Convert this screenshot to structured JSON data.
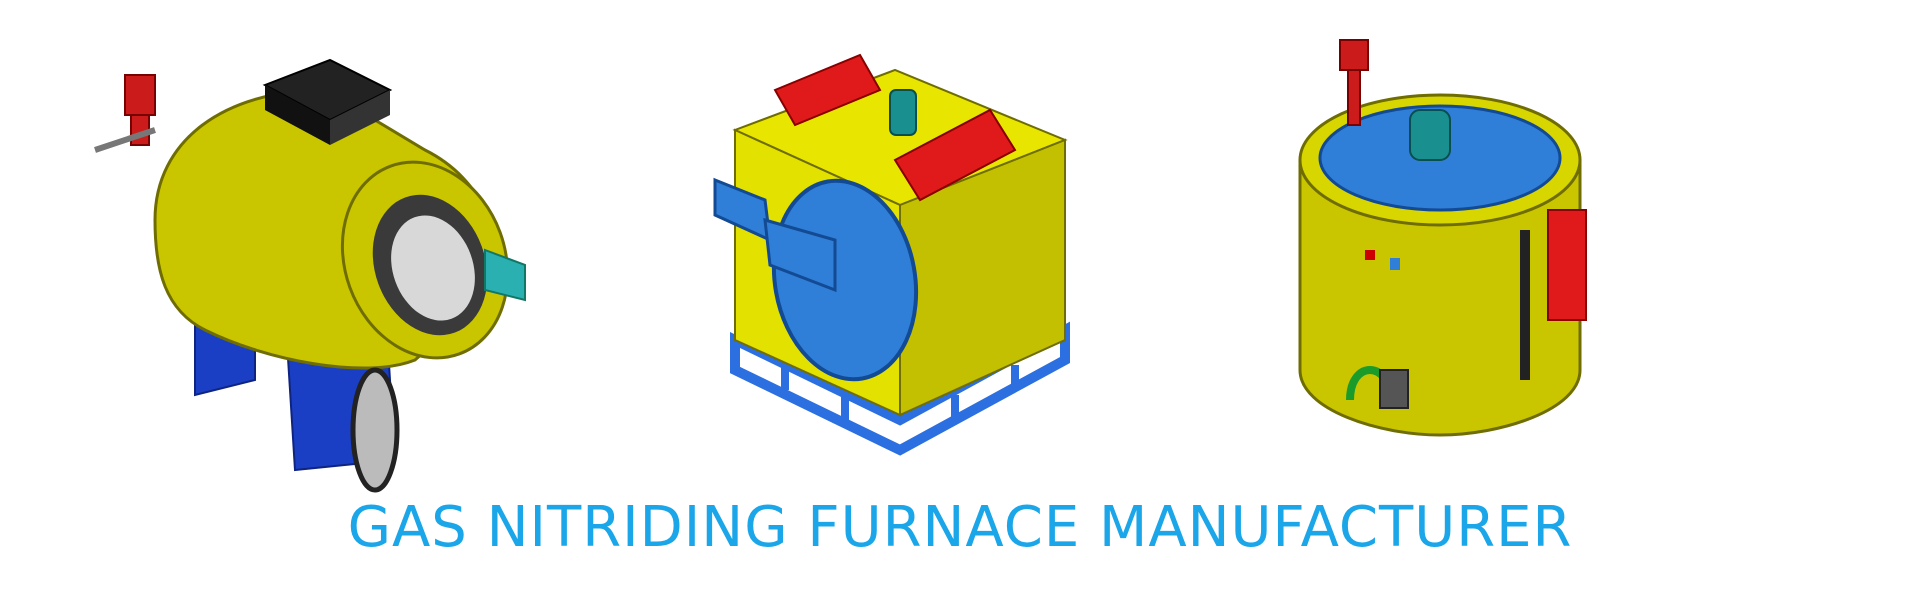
{
  "banner": {
    "headline": "GAS NITRIDING FURNACE MANUFACTURER",
    "headline_color": "#1aa6e8",
    "background_color": "#ffffff"
  },
  "images": [
    {
      "name": "horizontal-nitriding-furnace",
      "description_icon": "horizontal-cylindrical-furnace-illustration"
    },
    {
      "name": "box-nitriding-furnace",
      "description_icon": "box-furnace-illustration"
    },
    {
      "name": "pit-nitriding-furnace",
      "description_icon": "pit-furnace-illustration"
    }
  ],
  "colors": {
    "body_yellow": "#c8c800",
    "frame_blue": "#1b4fd6",
    "door_blue": "#2f7fd8",
    "heater_red": "#e01010",
    "dark": "#111111"
  }
}
